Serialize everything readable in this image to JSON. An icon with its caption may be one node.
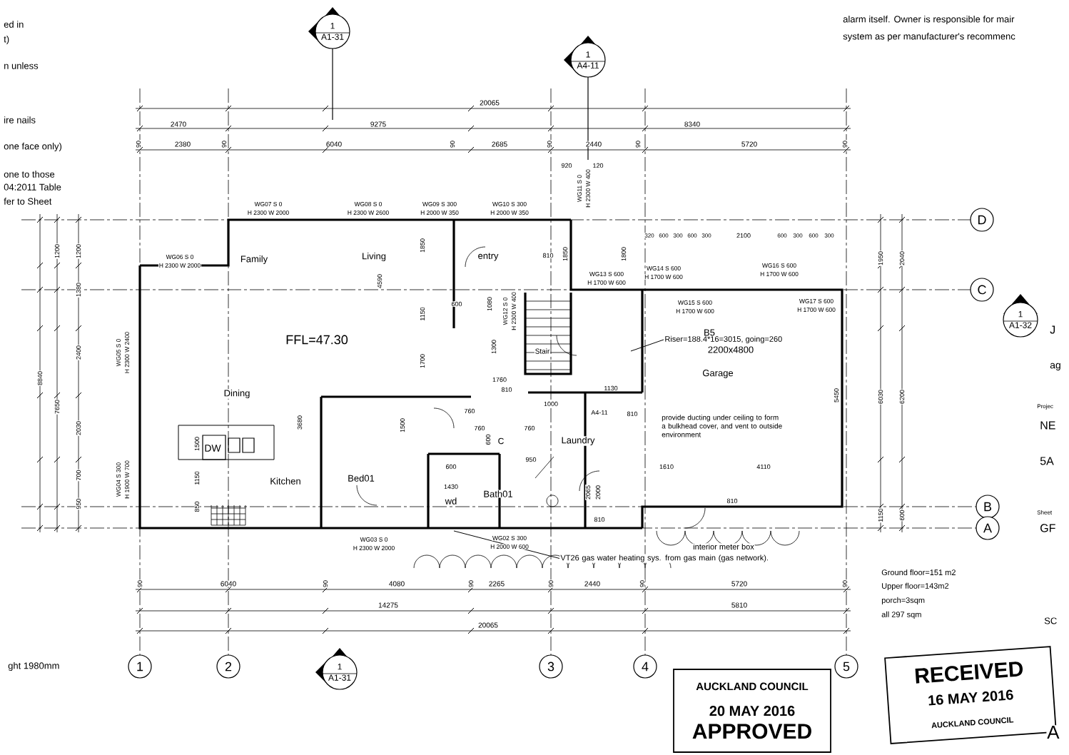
{
  "diagram": {
    "nodes": [
      {
        "text": [
          "1"
        ]
      },
      {
        "text": [
          "2"
        ]
      },
      {
        "text": [
          "3"
        ]
      },
      {
        "text": [
          "4"
        ]
      },
      {
        "text": [
          "5"
        ]
      },
      {
        "text": [
          "D"
        ]
      },
      {
        "text": [
          "C"
        ]
      },
      {
        "text": [
          "B"
        ]
      },
      {
        "text": [
          "A"
        ]
      },
      {
        "text": [
          "1",
          "A1-31"
        ]
      },
      {
        "text": [
          "1",
          "A4-11"
        ]
      },
      {
        "text": [
          "1",
          "A1-32"
        ]
      },
      {
        "text": [
          "1",
          "A1-31"
        ]
      },
      {
        "text": [
          "Riser=188.4*16=3015, going=260"
        ]
      },
      {
        "text": [
          "VT26 gas water heating sys. from gas main (gas network)."
        ]
      },
      {
        "text": [
          "AUCKLAND COUNCIL",
          "20 MAY 2016",
          "APPROVED"
        ]
      },
      {
        "text": [
          "RECEIVED",
          "16 MAY 2016",
          "AUCKLAND COUNCIL"
        ]
      }
    ],
    "edges": [
      {
        "from": 13,
        "to": null,
        "arrow": "none"
      },
      {
        "from": 14,
        "to": null,
        "arrow": "none"
      }
    ],
    "labels": [
      "ed in",
      "t)",
      "n unless",
      "ire nails",
      "one face only)",
      "one to those",
      "04:2011 Table",
      "fer to Sheet",
      "alarm itself. Owner is responsible for mair",
      "system as per manufacturer's recommenc",
      "20065",
      "2470",
      "9275",
      "8340",
      "90",
      "2380",
      "90",
      "6040",
      "90",
      "2685",
      "90",
      "2440",
      "90",
      "5720",
      "90",
      "920",
      "120",
      "320",
      "600",
      "300",
      "600",
      "300",
      "2100",
      "600",
      "300",
      "600",
      "300",
      "WG06 S 0",
      "H 2300 W 2000",
      "WG07 S 0",
      "H 2300 W 2000",
      "WG08 S 0",
      "H 2300 W 2600",
      "WG09 S 300",
      "H 2000 W 350",
      "WG10 S 300",
      "H 2000 W 350",
      "WG11 S 0",
      "H 2300 W 400",
      "Family",
      "Living",
      "entry",
      "810",
      "1850",
      "1850",
      "1800",
      "WG13 S 600",
      "H 1700 W 600",
      "WG14 S 600",
      "H 1700 W 600",
      "WG16 S 600",
      "H 1700 W 600",
      "WG15 S 600",
      "H 1700 W 600",
      "WG17 S 600",
      "H 1700 W 600",
      "WG12 S 0",
      "H 2300 W 400",
      "4590",
      "600",
      "1150",
      "1080",
      "1950",
      "2040",
      "1200",
      "1200",
      "1380",
      "FFL=47.30",
      "2400",
      "WG05 S 0",
      "H 2300 W 2400",
      "8840",
      "1300",
      "1700",
      "Stair",
      "B5",
      "2200x4800",
      "Garage",
      "5450",
      "6030",
      "6200",
      "1760",
      "810",
      "1130",
      "Dining",
      "7650",
      "760",
      "1000",
      "A4-11",
      "810",
      "3680",
      "2030",
      "1500",
      "760",
      "760",
      "600",
      "C",
      "Laundry",
      "1500",
      "DW",
      "600",
      "950",
      "1610",
      "4110",
      "700",
      "WG04 S 300",
      "H 1900 W 700",
      "1150",
      "Kitchen",
      "Bed01",
      "1430",
      "Bath01",
      "950",
      "850",
      "wd",
      "2065",
      "2000",
      "810",
      "1150",
      "600",
      "810",
      "WG03 S 0",
      "H 2300 W 2000",
      "WG02 S 300",
      "H 2000 W 600",
      "interior meter box",
      "provide ducting under ceiling to form a bulkhead cover, and vent to outside environment",
      "Ground floor=151 m2",
      "Upper floor=143m2",
      "porch=3sqm",
      "all 297 sqm",
      "90",
      "6040",
      "90",
      "4080",
      "90",
      "2265",
      "90",
      "2440",
      "90",
      "5720",
      "90",
      "14275",
      "5810",
      "20065",
      "ght 1980mm",
      "J",
      "ag",
      "Projec",
      "NE",
      "5A",
      "Sheet",
      "GF",
      "SC",
      "A"
    ]
  }
}
